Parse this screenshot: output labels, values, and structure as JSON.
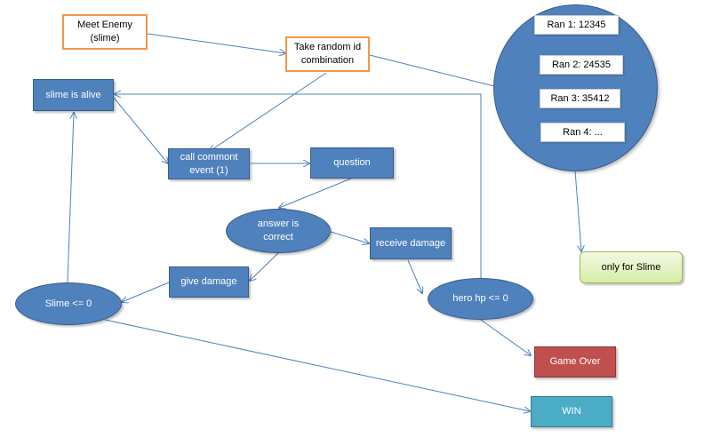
{
  "nodes": {
    "meet_enemy": "Meet Enemy\n(slime)",
    "take_random": "Take  random id\ncombination",
    "slime_alive": "slime is alive",
    "call_common": "call commont\nevent (1)",
    "question": "question",
    "answer_correct": "answer is\ncorrect",
    "receive_damage": "receive damage",
    "give_damage": "give damage",
    "slime_le_zero": "Slime <= 0",
    "hero_hp": "hero hp <= 0",
    "game_over": "Game Over",
    "win": "WIN",
    "only_slime": "only for Slime"
  },
  "random_list": [
    "Ran 1: 12345",
    "Ran 2: 24535",
    "Ran 3: 35412",
    "Ran 4: ..."
  ],
  "colors": {
    "process_blue": "#4f81bd",
    "start_border_orange": "#f79646",
    "game_over_red": "#c0504d",
    "win_teal": "#4bacc6",
    "note_green": "#d7eda9",
    "connector": "#4f81bd"
  }
}
